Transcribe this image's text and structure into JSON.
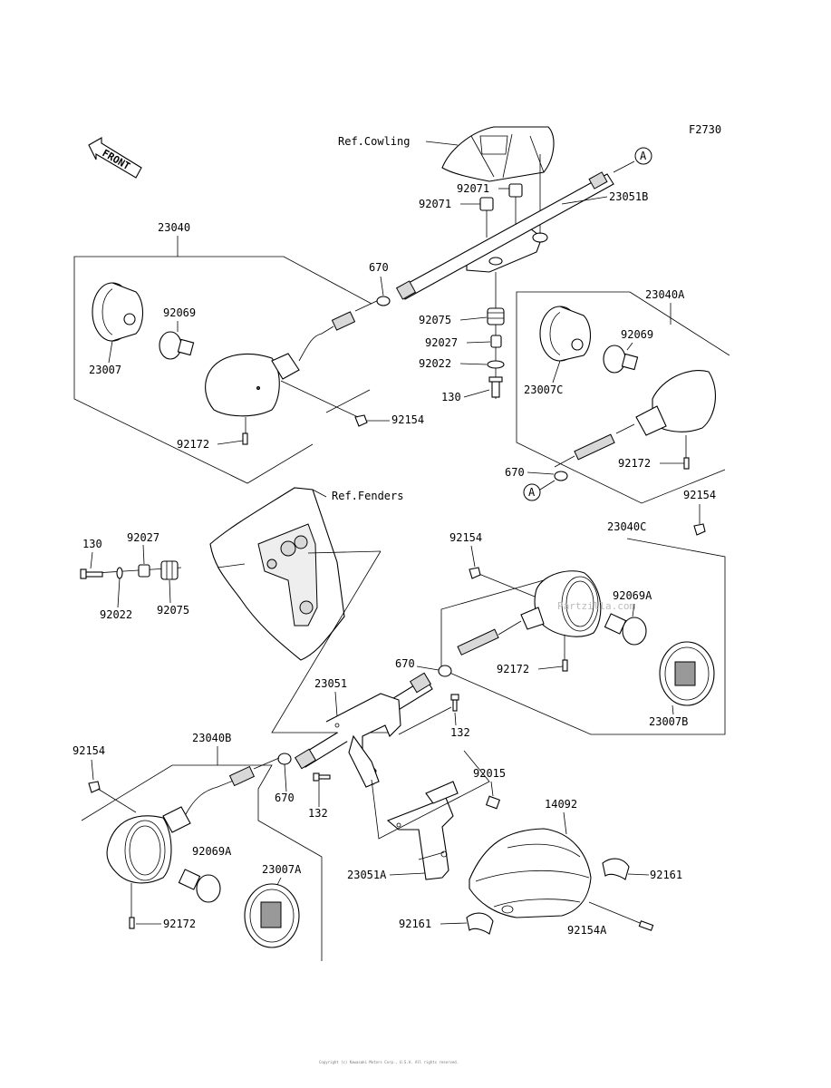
{
  "figure_code": "F2730",
  "front_label": "FRONT",
  "watermark": "Partzilla.com",
  "footer": "Copyright (c) Kawasaki Motors Corp., U.S.A. All rights reserved.",
  "labels": {
    "ref_cowling": "Ref.Cowling",
    "ref_fenders": "Ref.Fenders",
    "ref_a_top": "A",
    "ref_a_right": "A",
    "p23040": "23040",
    "p23040A": "23040A",
    "p23040B": "23040B",
    "p23040C": "23040C",
    "p23007": "23007",
    "p23007B": "23007B",
    "p23007C": "23007C",
    "p23007A": "23007A",
    "p92069_left": "92069",
    "p92069_right": "92069",
    "p92069A_c": "92069A",
    "p92069A_b": "92069A",
    "p92071_a": "92071",
    "p92071_b": "92071",
    "p23051B": "23051B",
    "p23051": "23051",
    "p23051A": "23051A",
    "p670_top": "670",
    "p670_right": "670",
    "p670_mid": "670",
    "p670_lower": "670",
    "p92075_top": "92075",
    "p92027_top": "92027",
    "p92022_top": "92022",
    "p130_top": "130",
    "p92154_top": "92154",
    "p92172_top": "92172",
    "p92172_a": "92172",
    "p92154_a": "92154",
    "p130_left": "130",
    "p92027_left": "92027",
    "p92022_left": "92022",
    "p92075_left": "92075",
    "p92154_c": "92154",
    "p92172_c": "92172",
    "p132_a": "132",
    "p132_b": "132",
    "p92015": "92015",
    "p14092": "14092",
    "p92154_b": "92154",
    "p92172_b": "92172",
    "p92161_right": "92161",
    "p92161_left": "92161",
    "p92154A": "92154A"
  }
}
